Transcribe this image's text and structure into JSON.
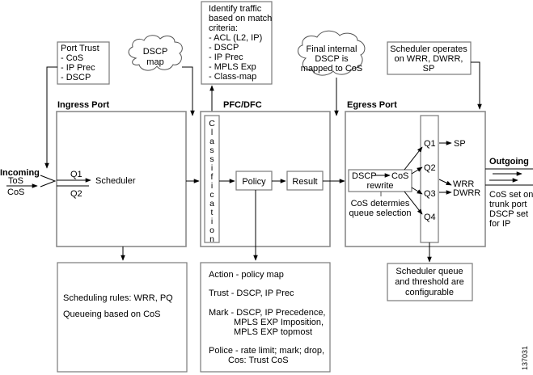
{
  "port_trust": {
    "title": "Port Trust",
    "items": [
      "- CoS",
      "- IP Prec",
      "- DSCP"
    ]
  },
  "dscp_map_cloud": {
    "lines": [
      "DSCP",
      "map"
    ]
  },
  "classification_note": {
    "lines": [
      "Identify traffic",
      "based on match",
      "criteria:",
      "- ACL (L2, IP)",
      "- DSCP",
      "- IP Prec",
      "- MPLS Exp",
      "- Class-map"
    ]
  },
  "final_dscp_cloud": {
    "lines": [
      "Final internal",
      "DSCP is",
      "mapped to CoS"
    ]
  },
  "scheduler_note": {
    "lines": [
      "Scheduler operates",
      "on WRR, DWRR,",
      "SP"
    ]
  },
  "ingress": {
    "title": "Ingress Port",
    "incoming_label": "Incoming",
    "tos_label": "ToS",
    "cos_label": "CoS",
    "q1": "Q1",
    "q2": "Q2",
    "scheduler": "Scheduler"
  },
  "pfc": {
    "title": "PFC/DFC",
    "classification_letters": [
      "C",
      "l",
      "a",
      "s",
      "s",
      "i",
      "f",
      "i",
      "c",
      "a",
      "t",
      "i",
      "o",
      "n"
    ],
    "policy": "Policy",
    "result": "Result"
  },
  "egress": {
    "title": "Egress Port",
    "rewrite_line1_left": "DSCP",
    "rewrite_line1_right": "CoS",
    "rewrite_line2": "rewrite",
    "cos_note": [
      "CoS determies",
      "queue selection"
    ],
    "queues": [
      "Q1",
      "Q2",
      "Q3",
      "Q4"
    ],
    "sp": "SP",
    "wrr": "WRR",
    "dwrr": "DWRR",
    "outgoing": "Outgoing",
    "outgoing_note": [
      "CoS set on",
      "trunk port",
      "DSCP set",
      "for IP"
    ]
  },
  "ingress_rules": {
    "lines": [
      "Scheduling rules: WRR, PQ",
      "Queueing based on CoS"
    ]
  },
  "pfc_actions": {
    "lines": [
      "Action - policy map",
      "Trust - DSCP, IP Prec",
      "Mark - DSCP, IP Precedence,",
      "MPLS EXP Imposition,",
      "MPLS EXP topmost",
      "Police - rate limit; mark; drop,",
      "Cos: Trust CoS"
    ]
  },
  "egress_config": {
    "lines": [
      "Scheduler queue",
      "and threshold are",
      "configurable"
    ]
  },
  "figure_id": "137031"
}
